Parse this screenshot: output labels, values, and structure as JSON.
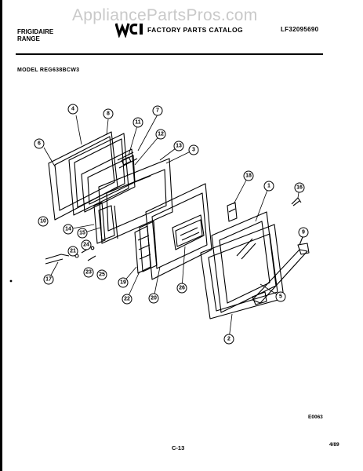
{
  "watermark": "AppliancePartsPros.com",
  "header": {
    "brand_line1": "FRIGIDAIRE",
    "brand_line2": "RANGE",
    "catalog_title": "FACTORY PARTS CATALOG",
    "catalog_number": "LF32095690",
    "model": "MODEL REG638BCW3"
  },
  "callouts": [
    "1",
    "2",
    "3",
    "4",
    "5",
    "6",
    "7",
    "8",
    "9",
    "10",
    "11",
    "12",
    "13",
    "14",
    "15",
    "16",
    "17",
    "18",
    "19",
    "20",
    "21",
    "22",
    "23",
    "24",
    "25",
    "26"
  ],
  "footer": {
    "diagram_code": "E0063",
    "page_number": "C-13",
    "date": "4/89"
  }
}
